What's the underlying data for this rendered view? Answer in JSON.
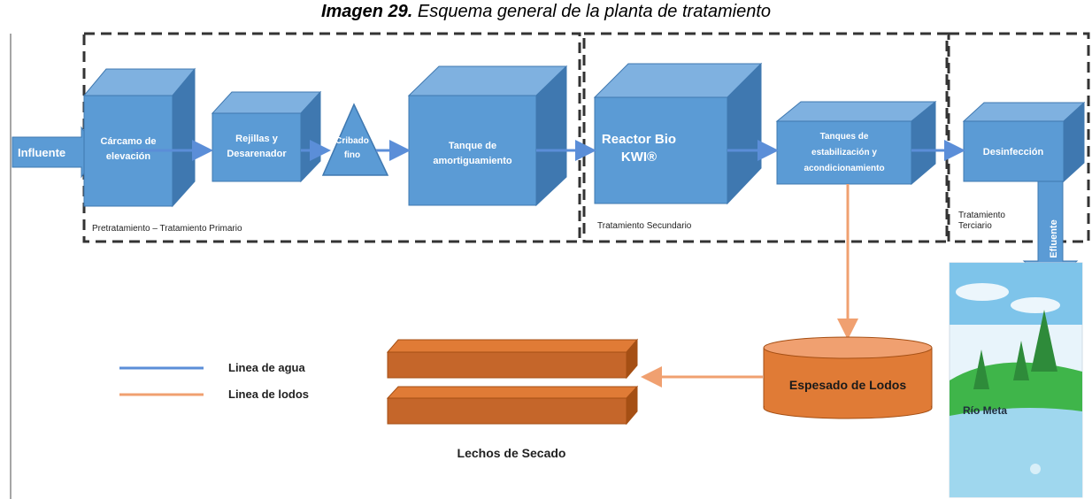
{
  "caption": {
    "number": "Imagen 29.",
    "text": " Esquema general de la planta de tratamiento"
  },
  "stages": {
    "primary": "Pretratamiento – Tratamiento Primario",
    "secondary": "Tratamiento Secundario",
    "tertiary_line1": "Tratamiento",
    "tertiary_line2": "Terciario"
  },
  "units": {
    "influent": "Influente",
    "carcamo_1": "Cárcamo de",
    "carcamo_2": "elevación",
    "rejillas_1": "Rejillas y",
    "rejillas_2": "Desarenador",
    "cribado_1": "Cribado",
    "cribado_2": "fino",
    "tanque_1": "Tanque de",
    "tanque_2": "amortiguamiento",
    "reactor_1": "Reactor Bio",
    "reactor_2": "KWI®",
    "estab_1": "Tanques de",
    "estab_2": "estabilización y",
    "estab_3": "acondicionamiento",
    "desinf": "Desinfección",
    "efluente": "Efluente",
    "espesado": "Espesado de Lodos",
    "lechos": "Lechos de Secado",
    "rio": "Río Meta"
  },
  "legend": {
    "water": "Linea de agua",
    "sludge": "Linea de lodos"
  },
  "colors": {
    "box_front": "#5b9bd5",
    "box_top": "#7fb1e0",
    "box_side": "#3f78b0",
    "water_line": "#5b8ed8",
    "sludge_line": "#f0a070",
    "sludge_fill": "#e07b36",
    "sludge_dark": "#a54f14",
    "dashed": "#333333"
  }
}
